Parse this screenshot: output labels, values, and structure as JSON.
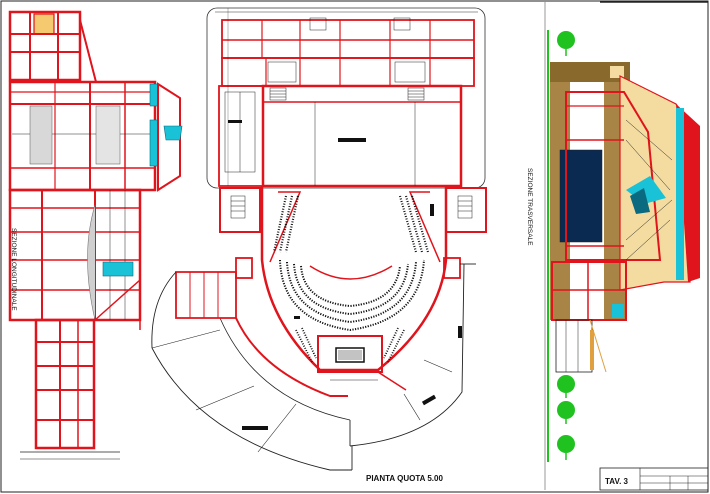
{
  "drawing": {
    "plan_label": "PIANTA QUOTA 5.00",
    "longitudinal_section_label": "SEZIONE LONGITUDINALE",
    "transverse_section_label": "SEZIONE TRASVERSALE",
    "sheet_label": "TAV. 3"
  },
  "colors": {
    "wall": "#e0141c",
    "line": "#222222",
    "navy_hall": "#0a2a52",
    "cyan_glass": "#19c2d6",
    "roof_sand": "#f4dca0",
    "brown_band": "#8a6a2c",
    "tree_green": "#1fc21f",
    "seat_black": "#111111"
  }
}
